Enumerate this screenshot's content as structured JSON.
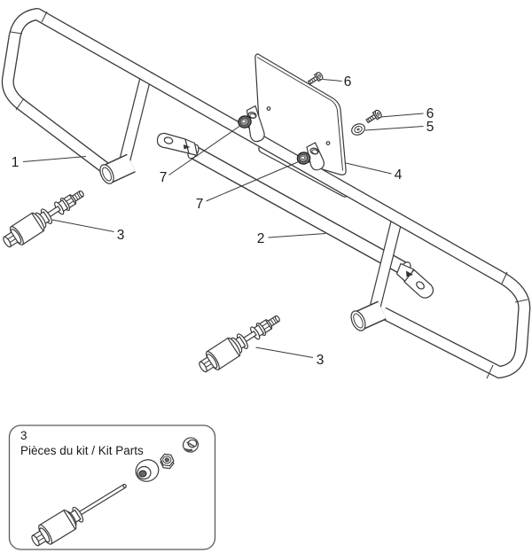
{
  "diagram": {
    "title_hint": "exploded parts diagram of a tubular guard / bumper assembly",
    "background": "#ffffff",
    "line_color": "#3a3a3a",
    "callouts": {
      "c1": "1",
      "c2": "2",
      "c3a": "3",
      "c3b": "3",
      "c4": "4",
      "c5": "5",
      "c6a": "6",
      "c6b": "6",
      "c7a": "7",
      "c7b": "7"
    },
    "kit_box": {
      "number": "3",
      "title": "Pièces du kit / Kit Parts"
    }
  }
}
